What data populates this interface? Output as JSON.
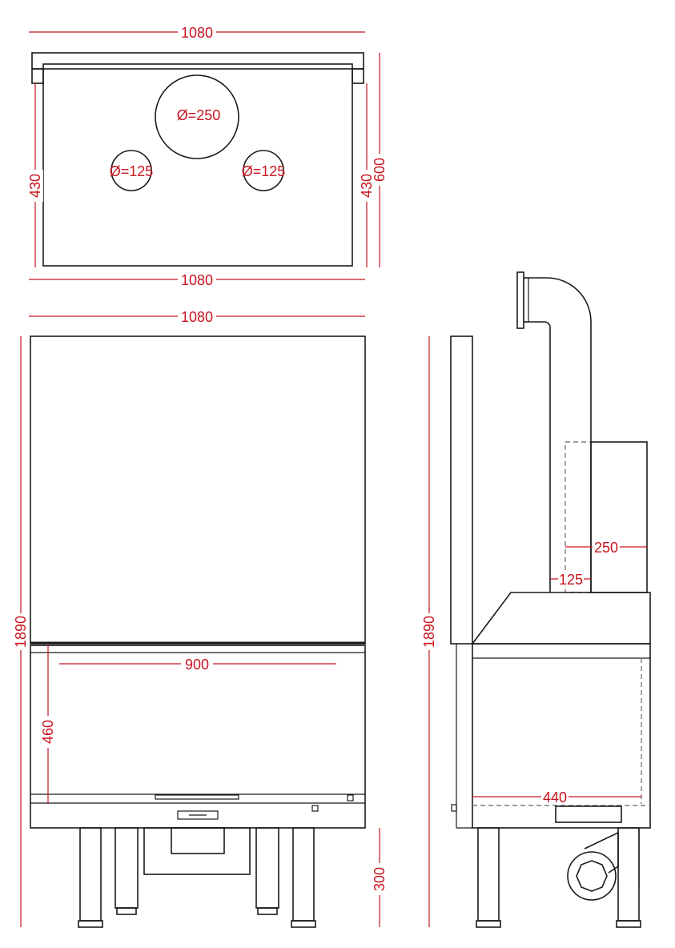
{
  "colors": {
    "outline": "#1a1a1a",
    "dimension": "#c8141e",
    "hidden": "#7a7a7a"
  },
  "top_view": {
    "width_top": "1080",
    "width_bottom": "1080",
    "depth_left": "430",
    "depth_right": "430",
    "depth_total": "600",
    "outlet_large": "Ø=250",
    "outlet_small_left": "Ø=125",
    "outlet_small_right": "Ø=125"
  },
  "front_view": {
    "width": "1080",
    "height": "1890",
    "opening_width": "900",
    "opening_height": "460",
    "leg_height": "300"
  },
  "side_view": {
    "height": "1890",
    "flue_large": "250",
    "flue_small": "125",
    "depth": "440"
  }
}
